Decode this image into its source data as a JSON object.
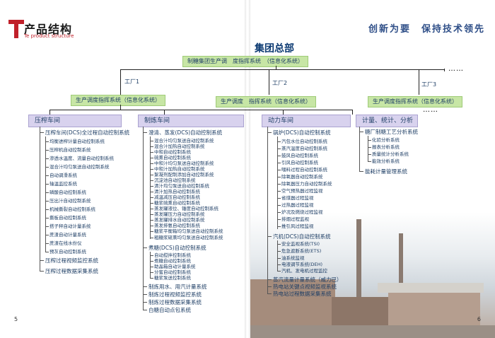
{
  "header": {
    "title_cn": "产品结构",
    "title_en": "Te product structure",
    "slogan": "创新为要　保持技术领先"
  },
  "hq": "集团总部",
  "top_system": "制糖集团生产调　度指挥系统　（信息化系统）",
  "factories": [
    "工厂1",
    "工厂2",
    "工厂3"
  ],
  "more_dots": "……",
  "factory_systems": [
    "生产调度指挥系统（信息化系统）",
    "生产调度　指挥系统（信息化系统）",
    "生产调度指挥系统（信息化系统）"
  ],
  "workshops": [
    {
      "name": "压榨车间",
      "groups": [
        {
          "title": "压榨车间(DCS)全过程自动控制系统",
          "subs": [
            "均衡进榨计量自动控制系统",
            "压榨机自动控制系统",
            "渗透水温度、流量自动控制系统",
            "混合汁均匀泵送自动控制系统",
            "自动调滑系统",
            "轴温监控系统",
            "磷酸自动控制系统",
            "压出汁自动控制系统",
            "机械撕裂自动控制系统",
            "撕板自动控制系统",
            "搭子秤自动计量系统",
            "蔗渣自动计量系统",
            "蔗渣在线水份仪",
            "预灰自动控制系统"
          ]
        }
      ],
      "extras": [
        "压榨过程视频监控系统",
        "压榨过程数据采集系统"
      ]
    },
    {
      "name": "制炼车间",
      "groups": [
        {
          "title": "澄清、蒸发(DCS)自动控制系统",
          "subs": [
            "混合汁均匀泵送自动控制系统",
            "混合汁加热自动控制系统",
            "中和自动控制系统",
            "硫熏自动控制系统",
            "中和汁均匀泵送自动控制系统",
            "中和汁加热自动控制系统",
            "絮凝剂配制添加自动控制系统",
            "沉淀池自动控制系统",
            "清汁均匀泵送自动控制系统",
            "清汁加热自动控制系统",
            "减温减压自动控制系统",
            "糖浆硫熏自动控制系统",
            "蒸发罐液位、锤度自动控制系统",
            "蒸发罐压力自动控制系统",
            "蒸发罐排水自动控制系统",
            "蒸发排氨自动控制系统",
            "糖浆平衡箱均匀泵送自动控制系统",
            "粗糖浆硫熏均匀泵送自动控制系统"
          ]
        },
        {
          "title": "煮糖(DCS)自动控制系统",
          "subs": [
            "自动搅拌控制系统",
            "煮糖自动控制系统",
            "助晶箱自动计量系统",
            "分蜜自动控制系统",
            "糖浆泵送控制系统"
          ]
        }
      ],
      "extras": [
        "制炼用水、用汽计量系统",
        "制炼过程视频监控系统",
        "制炼过程数据采集系统",
        "白糖自动点包系统"
      ]
    },
    {
      "name": "动力车间",
      "groups": [
        {
          "title": "锅炉(DCS)自动控制系统",
          "subs": [
            "汽包水位自动控制系统",
            "蒸汽温度自动控制系统",
            "鼓风自动控制系统",
            "引风自动控制系统",
            "喂料过程自动控制系统",
            "除氧器自动控制系统",
            "除氧器压力自动控制系统",
            "空气预热器过程监视",
            "省煤器过程监视",
            "过热器过程监视",
            "炉况及燃烧过程监视",
            "排烟过程监视",
            "推引风过程监视"
          ]
        },
        {
          "title": "汽机(DCS)自动控制系统",
          "subs": [
            "安全监视系统(TSI)",
            "危急遮断系统(ETS)",
            "油系统监视",
            "电液调节系统(DEH)",
            "汽机、发电机过程监控"
          ]
        }
      ],
      "extras": [
        "蒸汽流量计量系统（威力巴）",
        "热电站关键点视频监视系统",
        "热电站过程数据采集系统"
      ]
    },
    {
      "name": "计量、统计、分析",
      "groups": [
        {
          "title": "糖厂制糖工艺分析系统",
          "subs": [
            "化验分析系统",
            "报表分析系统",
            "质量统计分析系统",
            "能效分析系统"
          ]
        }
      ],
      "extras": [
        "能耗计量管理系统"
      ]
    }
  ],
  "page_numbers": {
    "left": "5",
    "right": "6"
  }
}
